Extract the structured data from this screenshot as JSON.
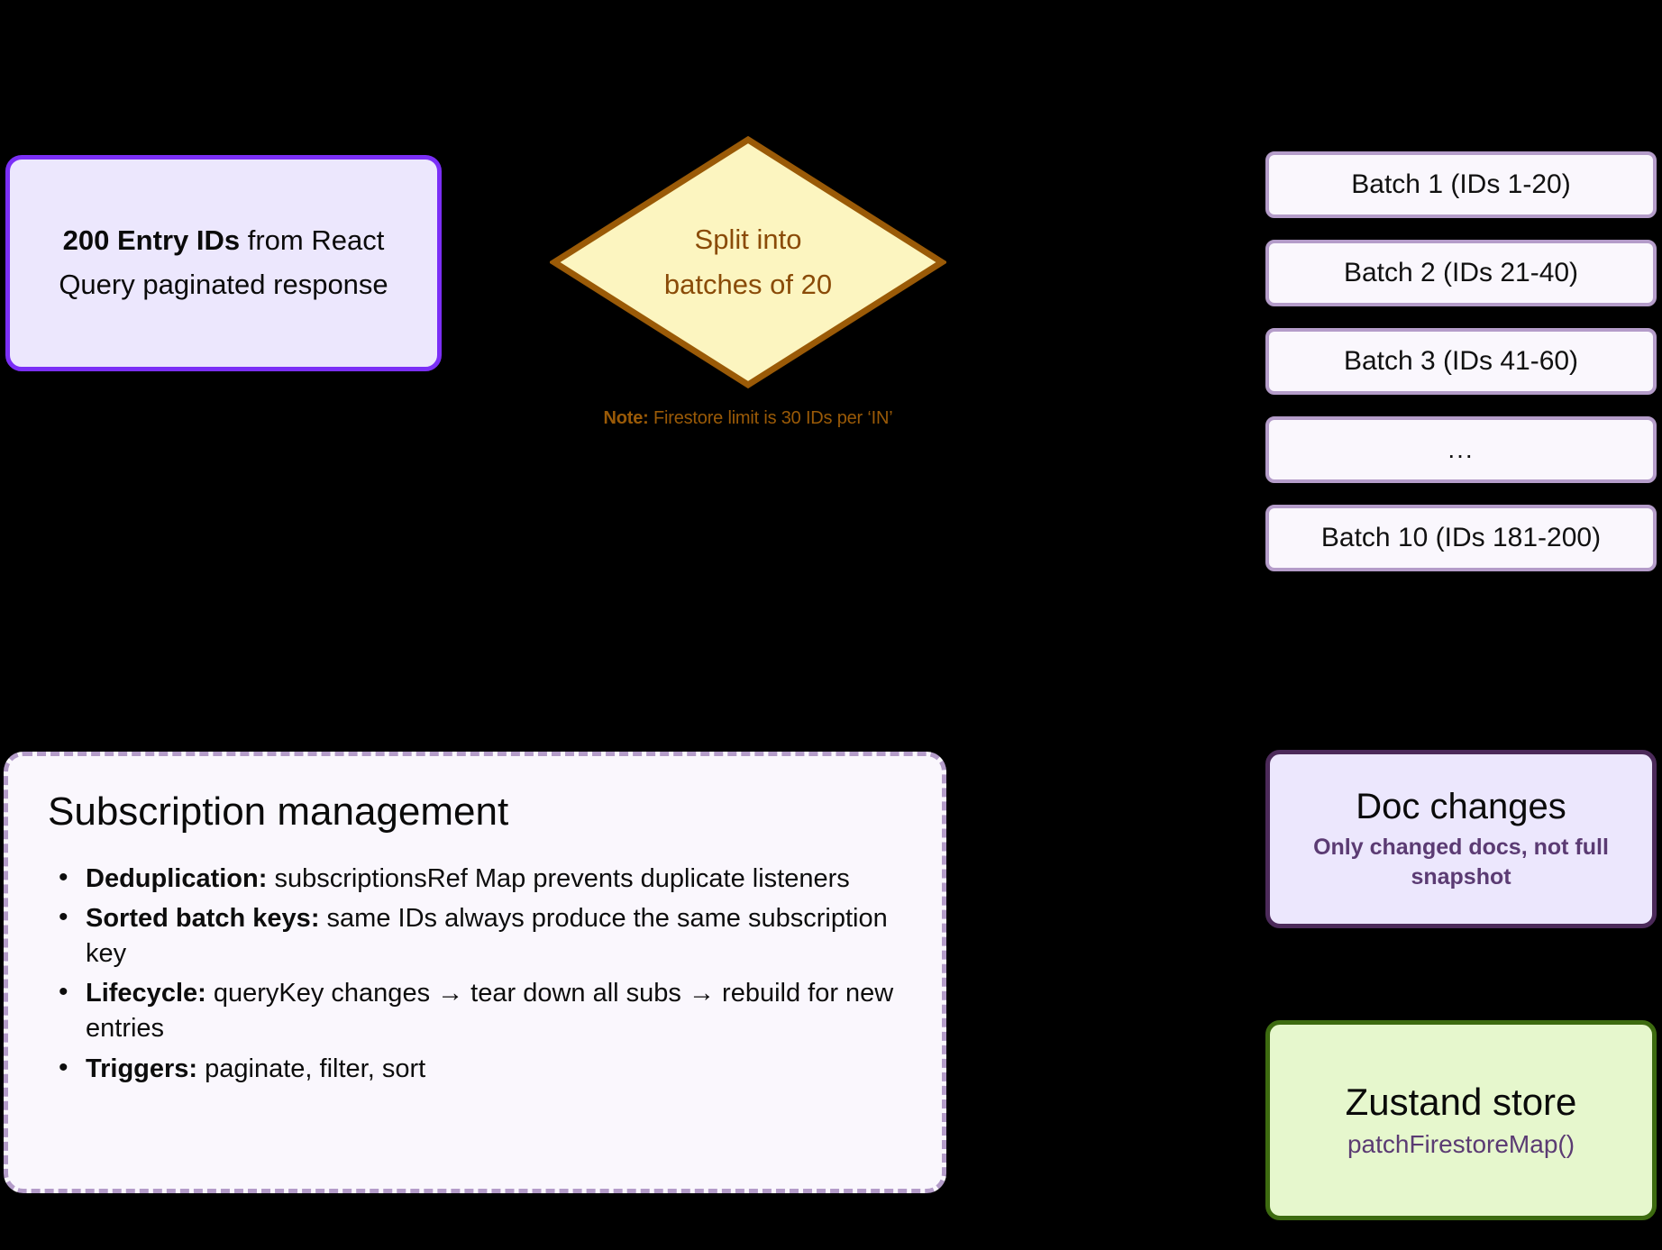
{
  "source": {
    "strong": "200 Entry IDs",
    "rest": " from React Query paginated response"
  },
  "decision": {
    "line1": "Split into",
    "line2": "batches of 20",
    "note_label": "Note:",
    "note_text": " Firestore limit is 30 IDs per ‘IN’",
    "fill": "#fcf5c0",
    "stroke": "#9a5a07"
  },
  "batches": {
    "items": [
      {
        "label": "Batch 1 (IDs 1-20)"
      },
      {
        "label": "Batch 2 (IDs 21-40)"
      },
      {
        "label": "Batch 3 (IDs 41-60)"
      },
      {
        "label": "..."
      },
      {
        "label": "Batch 10 (IDs 181-200)"
      }
    ]
  },
  "doc_changes": {
    "title": "Doc changes",
    "subtitle": "Only changed docs, not full snapshot"
  },
  "zustand": {
    "title": "Zustand store",
    "subtitle": "patchFirestoreMap()"
  },
  "subscriptions": {
    "title": "Subscription management",
    "bullets": [
      {
        "label": "Deduplication:",
        "text": " subscriptionsRef Map prevents duplicate listeners"
      },
      {
        "label": "Sorted batch keys:",
        "text": " same IDs always produce the same subscription key"
      },
      {
        "label": "Lifecycle:",
        "text": " queryKey changes → tear down all subs → rebuild for new entries"
      },
      {
        "label": "Triggers:",
        "text": " paginate, filter, sort"
      }
    ]
  },
  "colors": {
    "background": "#000000",
    "violet_border": "#7b2ff7",
    "violet_fill": "#ece7fd",
    "batch_border": "#b49cc9",
    "batch_fill": "#faf7fd",
    "doc_border": "#4c2a5a",
    "green_border": "#3d6b10",
    "green_fill": "#e6f7cd",
    "brown_text": "#8a4b08",
    "purple_text": "#5b3b73"
  }
}
